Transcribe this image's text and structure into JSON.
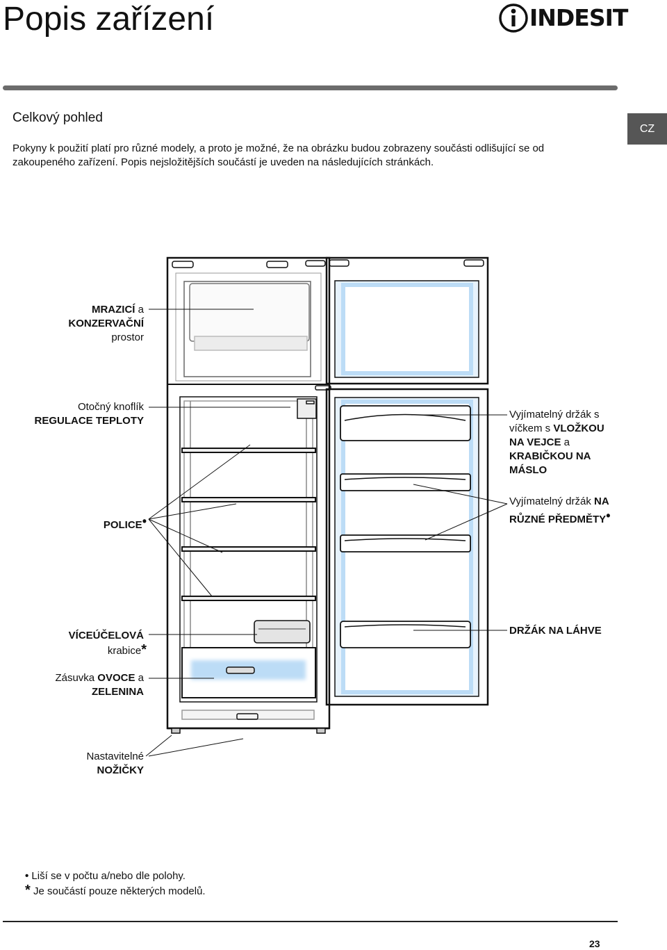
{
  "header": {
    "title": "Popis zařízení",
    "brand": "INDESIT",
    "brand_icon": "indesit-logo-icon"
  },
  "section": {
    "heading": "Celkový pohled",
    "lang_tab": "CZ"
  },
  "intro": {
    "line1": "Pokyny k použití platí pro různé modely, a proto je možné, že na obrázku budou zobrazeny součásti odlišující se od",
    "line2": "zakoupeného zařízení.  Popis nejsložitějších součástí je uveden na následujících stránkách."
  },
  "labels": {
    "freezer": {
      "p1": "MRAZICÍ",
      "p2": " a",
      "p3": "KONZERVAČNÍ",
      "p4": "prostor"
    },
    "thermostat": {
      "p1": "Otočný knoflík",
      "p2": "REGULACE TEPLOTY"
    },
    "shelves": {
      "p1": "POLICE",
      "mark": "•"
    },
    "multibox": {
      "p1": "VÍCEÚČELOVÁ",
      "p2": "krabice",
      "mark": "*"
    },
    "crisper": {
      "p1": "Zásuvka ",
      "p2": "OVOCE",
      "p3": " a",
      "p4": "ZELENINA"
    },
    "feet": {
      "p1": "Nastavitelné",
      "p2": "NOŽIČKY"
    },
    "egg_tray": {
      "p1": "Vyjímatelný držák s",
      "p2": "víčkem s ",
      "p3": "VLOŽKOU",
      "p4": "NA VEJCE",
      "p5": " a",
      "p6": "KRABIČKOU NA",
      "p7": "MÁSLO"
    },
    "door_shelf": {
      "p1": "Vyjímatelný držák ",
      "p2": "NA",
      "p3": "RŮZNÉ PŘEDMĚTY",
      "mark": "•"
    },
    "bottle_shelf": {
      "p1": "DRŽÁK NA LÁHVE"
    }
  },
  "footnotes": {
    "bullet_mark": "•",
    "bullet_text": " Liší se v počtu a/nebo dle polohy.",
    "star_mark": "*",
    "star_text": " Je součástí pouze některých  modelů."
  },
  "page": {
    "number": "23"
  },
  "colors": {
    "rule": "#6c6c6c",
    "tab": "#565656",
    "glow": "#bcdcf6"
  }
}
